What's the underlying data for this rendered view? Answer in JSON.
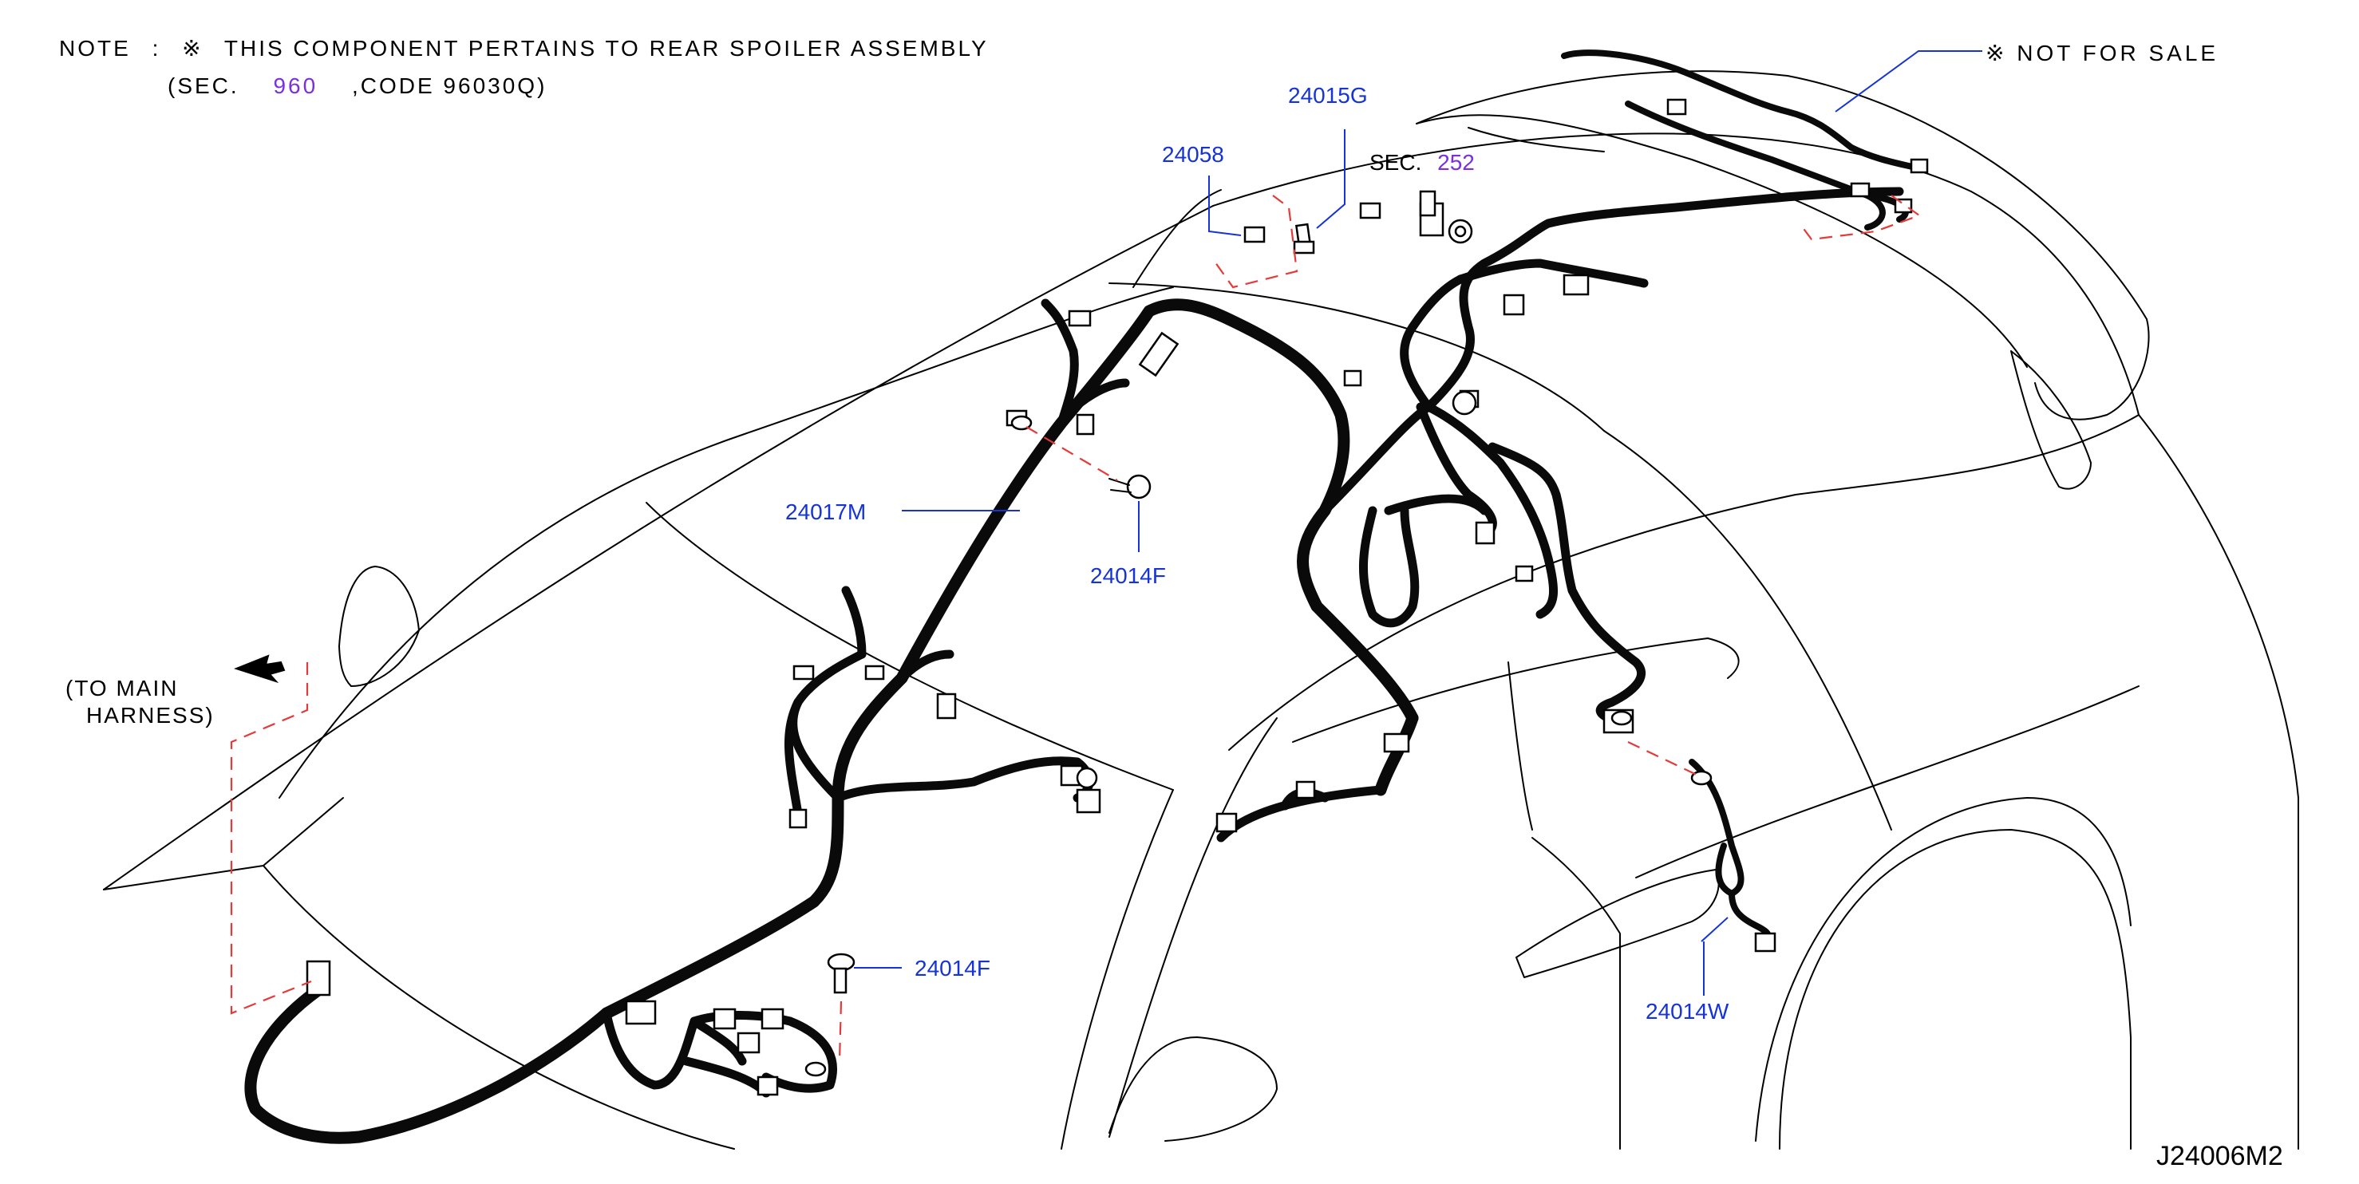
{
  "note": {
    "line1": {
      "prefix": "NOTE",
      "colon": ":",
      "mark": "※",
      "text": "THIS COMPONENT PERTAINS TO REAR SPOILER ASSEMBLY"
    },
    "line2": {
      "open": "(SEC.",
      "sec": "960",
      "code": ",CODE 96030Q)"
    }
  },
  "not_for_sale": "※ NOT FOR SALE",
  "to_main_harness": {
    "line1": "(TO MAIN",
    "line2": "HARNESS)"
  },
  "labels": {
    "p24015g": "24015G",
    "p24058": "24058",
    "sec_prefix": "SEC.",
    "sec_252": "252",
    "p24017m": "24017M",
    "p24014f_upper": "24014F",
    "p24014f_lower": "24014F",
    "p24014w": "24014W"
  },
  "diagram_code": "J24006M2",
  "colors": {
    "part_number": "#1533d6",
    "section_link": "#7a2fe0",
    "dashed_leader": "#e53a3a",
    "linework": "#000000"
  }
}
